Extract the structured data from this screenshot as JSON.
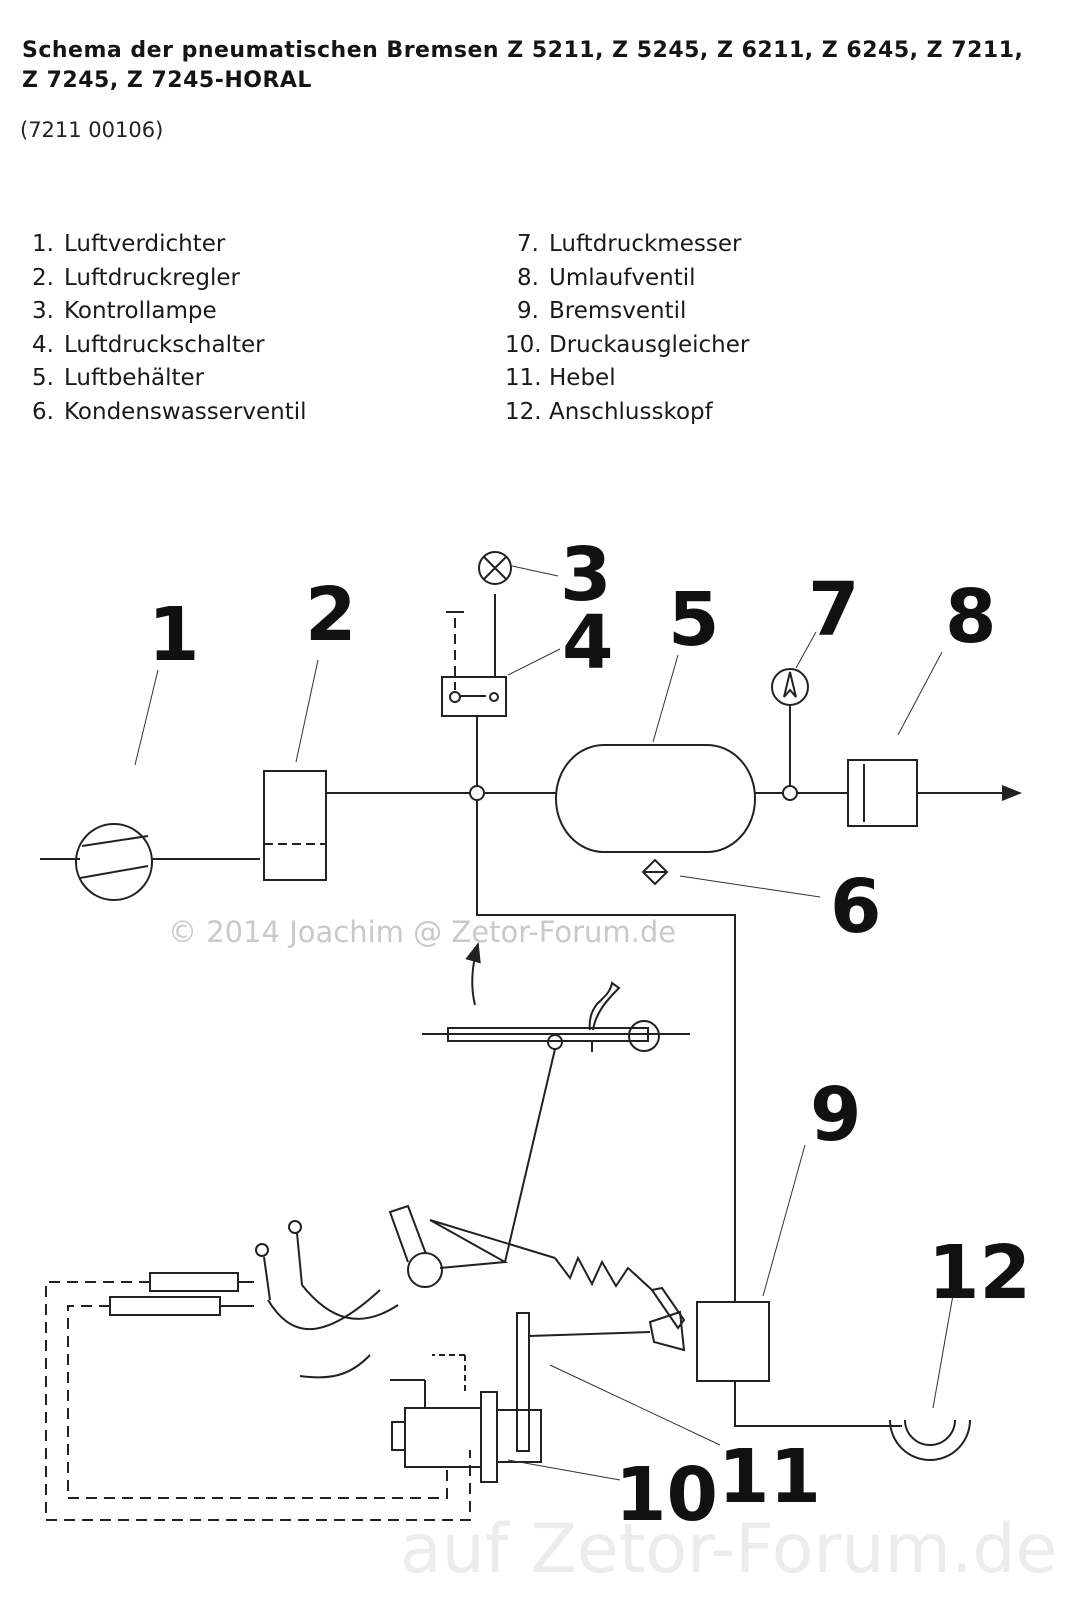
{
  "header": {
    "title_line1": "Schema der pneumatischen Bremsen Z 5211, Z 5245, Z 6211, Z 6245, Z 7211,",
    "title_line2": "Z 7245, Z 7245-HORAL",
    "code": "(7211 00106)"
  },
  "legend": {
    "left": [
      {
        "num": "1.",
        "label": "Luftverdichter"
      },
      {
        "num": "2.",
        "label": "Luftdruckregler"
      },
      {
        "num": "3.",
        "label": "Kontrollampe"
      },
      {
        "num": "4.",
        "label": "Luftdruckschalter"
      },
      {
        "num": "5.",
        "label": "Luftbehälter"
      },
      {
        "num": "6.",
        "label": "Kondenswasserventil"
      }
    ],
    "right": [
      {
        "num": "7.",
        "label": "Luftdruckmesser"
      },
      {
        "num": "8.",
        "label": "Umlaufventil"
      },
      {
        "num": "9.",
        "label": "Bremsventil"
      },
      {
        "num": "10.",
        "label": "Druckausgleicher"
      },
      {
        "num": "11.",
        "label": "Hebel"
      },
      {
        "num": "12.",
        "label": "Anschlusskopf"
      }
    ]
  },
  "callouts": {
    "c1": "1",
    "c2": "2",
    "c3": "3",
    "c4": "4",
    "c5": "5",
    "c6": "6",
    "c7": "7",
    "c8": "8",
    "c9": "9",
    "c10": "10",
    "c11": "11",
    "c12": "12"
  },
  "watermarks": {
    "copyright": "© 2014 Joachim @ Zetor-Forum.de",
    "site": "auf Zetor-Forum.de"
  }
}
